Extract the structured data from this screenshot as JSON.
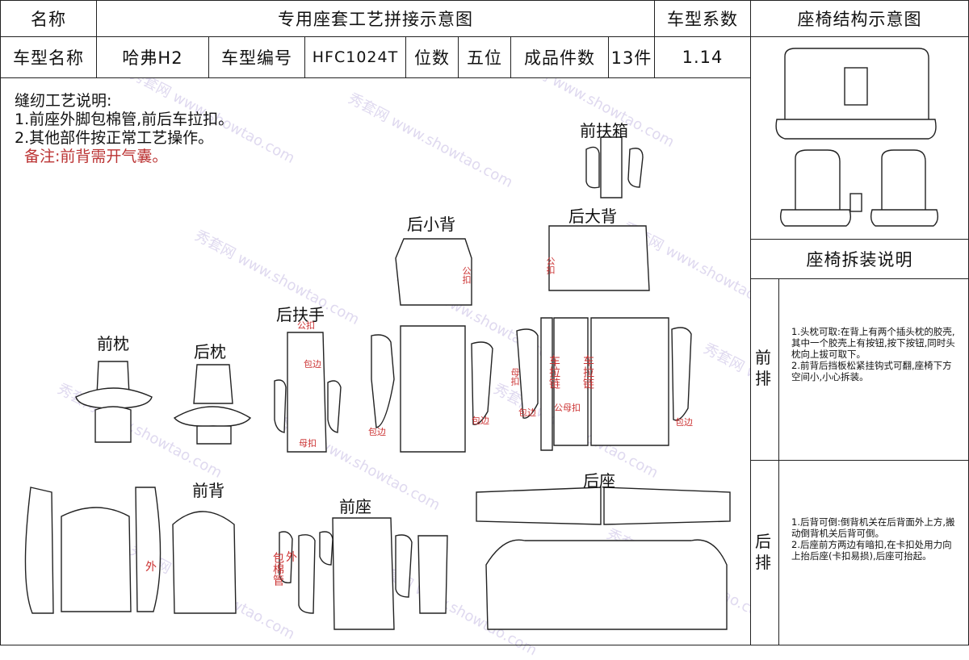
{
  "header": {
    "name_label": "名称",
    "title": "专用座套工艺拼接示意图",
    "coef_label": "车型系数",
    "structure_title": "座椅结构示意图",
    "model_name_label": "车型名称",
    "model_name": "哈弗H2",
    "model_code_label": "车型编号",
    "model_code": "HFC1024T",
    "seats_label": "位数",
    "seats": "五位",
    "pieces_label": "成品件数",
    "pieces": "13件",
    "coef": "1.14"
  },
  "notes": {
    "title": "缝纫工艺说明:",
    "line1": "1.前座外脚包棉管,前后车拉扣。",
    "line2": "2.其他部件按正常工艺操作。",
    "remark": "备注:前背需开气囊。"
  },
  "parts": {
    "front_armrest_box": "前扶箱",
    "rear_small_back": "后小背",
    "rear_big_back": "后大背",
    "rear_armrest": "后扶手",
    "front_pillow": "前枕",
    "rear_pillow": "后枕",
    "front_back": "前背",
    "front_seat": "前座",
    "rear_seat": "后座"
  },
  "annotations": {
    "male_buckle_a": "公扣",
    "male_buckle_b": "公扣",
    "male_buckle_c": "公扣",
    "male_buckle_d": "公母扣",
    "edge_a": "包边",
    "edge_b": "包边",
    "edge_c": "包边",
    "edge_d": "包边",
    "edge_e": "包边",
    "mother_buckle_a": "母扣",
    "mother_buckle_b": "母扣",
    "zipper_a": "车拉链",
    "zipper_b": "车拉链",
    "outer_a": "外",
    "outer_b": "外",
    "cotton_tube": "包棉管"
  },
  "instructions": {
    "section_title": "座椅拆装说明",
    "front_label": "前排",
    "front_text": "1.头枕可取:在背上有两个插头枕的胶壳,其中一个胶壳上有按钮,按下按钮,同时头枕向上拔可取下。\n2.前背后挡板松紧挂钩式可翻,座椅下方空间小,小心拆装。",
    "rear_label": "后排",
    "rear_text": "1.后背可倒:倒背机关在后背面外上方,搬动倒背机关后背可倒。\n2.后座前方两边有暗扣,在卡扣处用力向上抬后座(卡扣易损),后座可抬起。"
  },
  "watermark": {
    "text_a": "秀套网 www.showtao.com"
  },
  "colors": {
    "annotation": "#cc3333",
    "watermark": "#cfc6e8",
    "line": "#222222"
  }
}
